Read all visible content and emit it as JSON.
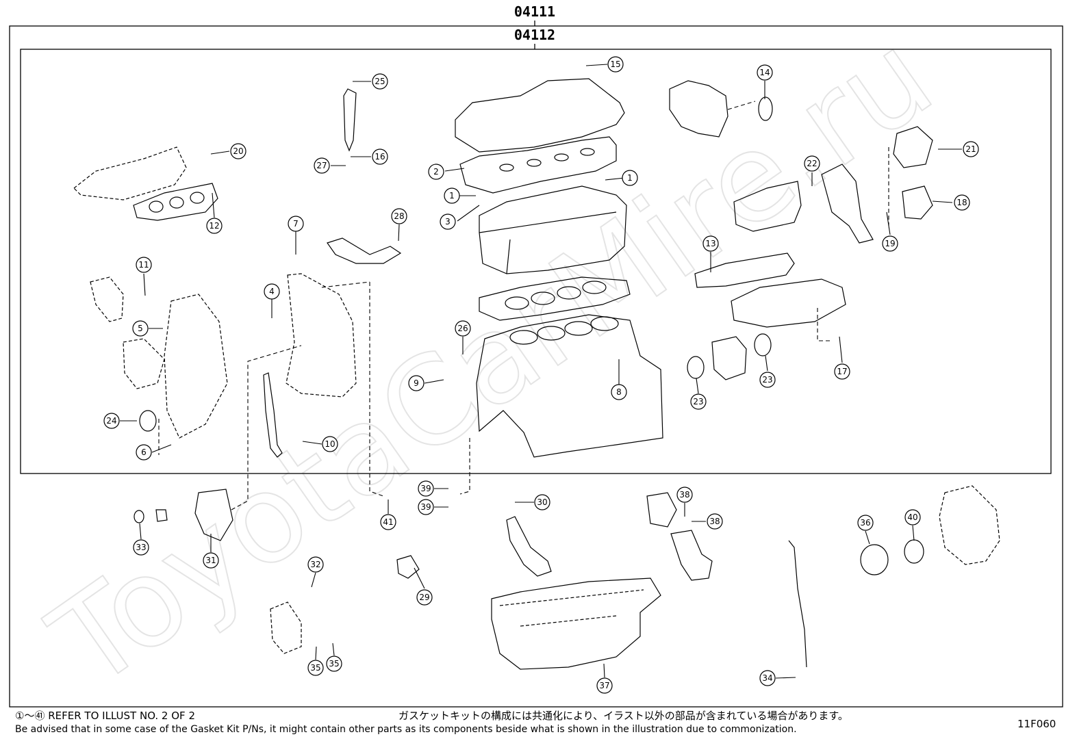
{
  "kit_labels": {
    "outer": "04111",
    "inner": "04112"
  },
  "watermark": "ToyotaCarMire.ru",
  "notes": {
    "refer_range": "①〜㊶ REFER TO ILLUST NO. 2 OF 2",
    "japanese": "ガスケットキットの構成には共通化により、イラスト以外の部品が含まれている場合があります。",
    "english": "Be advised that in some case of the Gasket Kit P/Ns,  it might contain other parts as its components beside what is shown in the illustration due to commonization."
  },
  "illustration_code": "11F060",
  "callouts": [
    {
      "n": "1"
    },
    {
      "n": "1"
    },
    {
      "n": "2"
    },
    {
      "n": "3"
    },
    {
      "n": "4"
    },
    {
      "n": "5"
    },
    {
      "n": "6"
    },
    {
      "n": "7"
    },
    {
      "n": "8"
    },
    {
      "n": "9"
    },
    {
      "n": "10"
    },
    {
      "n": "11"
    },
    {
      "n": "12"
    },
    {
      "n": "13"
    },
    {
      "n": "14"
    },
    {
      "n": "15"
    },
    {
      "n": "16"
    },
    {
      "n": "17"
    },
    {
      "n": "18"
    },
    {
      "n": "19"
    },
    {
      "n": "20"
    },
    {
      "n": "21"
    },
    {
      "n": "22"
    },
    {
      "n": "23"
    },
    {
      "n": "23"
    },
    {
      "n": "24"
    },
    {
      "n": "25"
    },
    {
      "n": "26"
    },
    {
      "n": "27"
    },
    {
      "n": "28"
    },
    {
      "n": "29"
    },
    {
      "n": "30"
    },
    {
      "n": "31"
    },
    {
      "n": "32"
    },
    {
      "n": "33"
    },
    {
      "n": "34"
    },
    {
      "n": "35"
    },
    {
      "n": "35"
    },
    {
      "n": "36"
    },
    {
      "n": "37"
    },
    {
      "n": "38"
    },
    {
      "n": "38"
    },
    {
      "n": "39"
    },
    {
      "n": "39"
    },
    {
      "n": "40"
    },
    {
      "n": "41"
    }
  ]
}
